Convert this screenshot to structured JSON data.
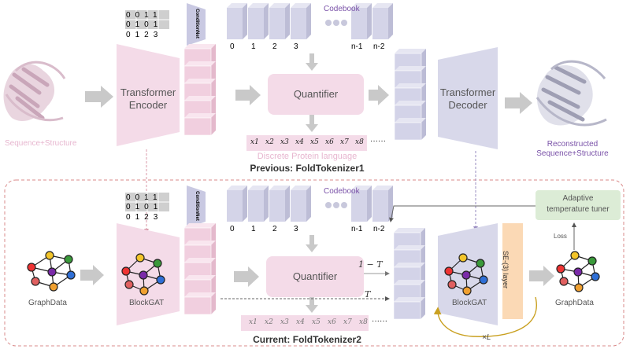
{
  "top": {
    "matrix": {
      "row1": [
        "0",
        "0",
        "1",
        "1"
      ],
      "row2": [
        "0",
        "1",
        "0",
        "1"
      ],
      "index": [
        "0",
        "1",
        "2",
        "3"
      ]
    },
    "conditionnet": "ConditionNet",
    "codebook_label": "Codebook",
    "codebook_indices": [
      "0",
      "1",
      "2",
      "3",
      "n-1",
      "n-2"
    ],
    "encoder": [
      "Transformer",
      "Encoder"
    ],
    "quantifier": "Quantifier",
    "decoder": [
      "Transformer",
      "Decoder"
    ],
    "tokens": [
      "x1",
      "x2",
      "x3",
      "x4",
      "x5",
      "x6",
      "x7",
      "x8"
    ],
    "ellipsis": "······",
    "dpl_label": "Discrete Protein language",
    "section_title": "Previous: FoldTokenizer1",
    "input_label": "Sequence+Structure",
    "output_label": [
      "Reconstructed",
      "Sequence+Structure"
    ]
  },
  "bottom": {
    "matrix": {
      "row1": [
        "0",
        "0",
        "1",
        "1"
      ],
      "row2": [
        "0",
        "1",
        "0",
        "1"
      ],
      "index": [
        "0",
        "1",
        "2",
        "3"
      ]
    },
    "conditionnet": "ConditionNet",
    "codebook_label": "Codebook",
    "codebook_indices": [
      "0",
      "1",
      "2",
      "3",
      "n-1",
      "n-2"
    ],
    "graphdata_in": "GraphData",
    "blockgat_enc": "BlockGAT",
    "quantifier": "Quantifier",
    "one_minus_t": "1 − T",
    "t_label": "T",
    "blockgat_dec": "BlockGAT",
    "se3": "SE-(3) layer",
    "graphdata_out": "GraphData",
    "tuner": [
      "Adaptive",
      "temperature tuner"
    ],
    "loss": "Loss",
    "times_l": "×L",
    "tokens": [
      "x1",
      "x2",
      "x3",
      "x4",
      "x5",
      "x6",
      "x7",
      "x8"
    ],
    "ellipsis": "······",
    "section_title": "Current: FoldTokenizer2"
  },
  "colors": {
    "pink_block": "#f4dbe8",
    "purple_block": "#d8d8ea",
    "arrow_gray": "#c9c9c9",
    "tuner_green": "#dcecd6",
    "se3_orange": "#fbd9b5",
    "dashed_border": "#d98a8a",
    "text_purple": "#7a52a8"
  }
}
